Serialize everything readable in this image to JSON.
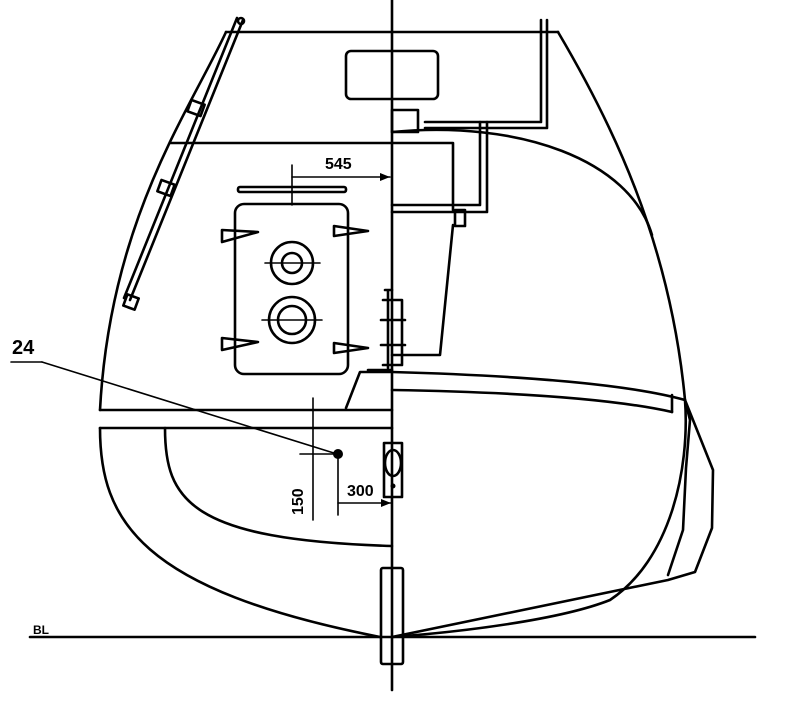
{
  "drawing": {
    "labels": {
      "item": "24",
      "dim_top": "545",
      "dim_horizontal": "300",
      "dim_vertical": "150",
      "baseline": "BL"
    },
    "colors": {
      "line": "#000000",
      "background": "#ffffff"
    }
  }
}
